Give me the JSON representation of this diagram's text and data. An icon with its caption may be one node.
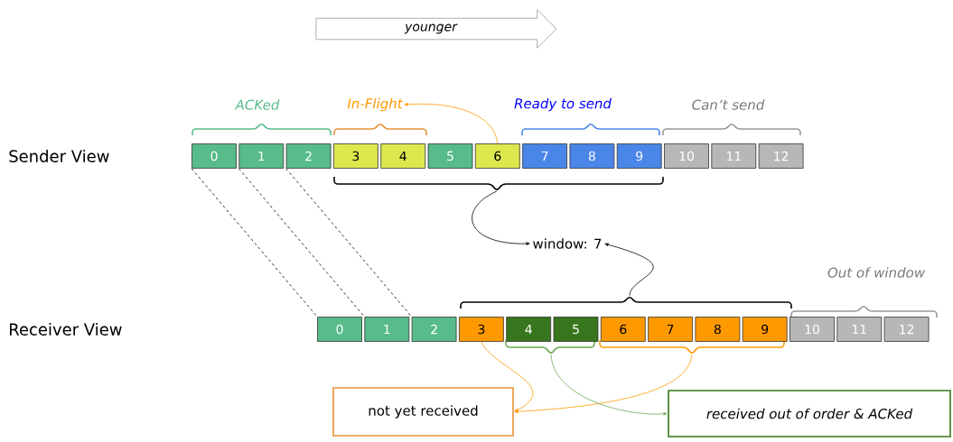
{
  "diagram": {
    "nodes": [
      {
        "text": [
          "younger"
        ]
      },
      {
        "text": [
          "In-Flight"
        ]
      },
      {
        "text": [
          "0"
        ]
      },
      {
        "text": [
          "1"
        ]
      },
      {
        "text": [
          "2"
        ]
      },
      {
        "text": [
          "3"
        ]
      },
      {
        "text": [
          "4"
        ]
      },
      {
        "text": [
          "5"
        ]
      },
      {
        "text": [
          "6"
        ]
      },
      {
        "text": [
          "7"
        ]
      },
      {
        "text": [
          "8"
        ]
      },
      {
        "text": [
          "9"
        ]
      },
      {
        "text": [
          "10"
        ]
      },
      {
        "text": [
          "11"
        ]
      },
      {
        "text": [
          "12"
        ]
      },
      {
        "text": [
          "window: 7"
        ]
      },
      {
        "text": [
          "0"
        ]
      },
      {
        "text": [
          "1"
        ]
      },
      {
        "text": [
          "2"
        ]
      },
      {
        "text": [
          "3"
        ]
      },
      {
        "text": [
          "4"
        ]
      },
      {
        "text": [
          "5"
        ]
      },
      {
        "text": [
          "6"
        ]
      },
      {
        "text": [
          "7"
        ]
      },
      {
        "text": [
          "8"
        ]
      },
      {
        "text": [
          "9"
        ]
      },
      {
        "text": [
          "10"
        ]
      },
      {
        "text": [
          "11"
        ]
      },
      {
        "text": [
          "12"
        ]
      },
      {
        "text": [
          "not yet received"
        ]
      },
      {
        "text": [
          "received out of order & ACKed"
        ]
      },
      {
        "text": [],
        "shape": "brace"
      },
      {
        "text": [],
        "shape": "brace"
      },
      {
        "text": [],
        "shape": "brace"
      },
      {
        "text": [],
        "shape": "brace"
      }
    ],
    "edges": [
      {
        "from": 8,
        "to": 1,
        "arrow": "to",
        "color": "#ff9900"
      },
      {
        "from": 2,
        "to": 16,
        "arrow": "none",
        "style": "dashed"
      },
      {
        "from": 3,
        "to": 17,
        "arrow": "none",
        "style": "dashed"
      },
      {
        "from": 4,
        "to": 18,
        "arrow": "none",
        "style": "dashed"
      },
      {
        "from": 31,
        "to": 15,
        "arrow": "to"
      },
      {
        "from": 32,
        "to": 15,
        "arrow": "to"
      },
      {
        "from": 19,
        "to": 29,
        "arrow": "to",
        "color": "#ff9900"
      },
      {
        "from": 34,
        "to": 29,
        "arrow": "to",
        "color": "#ff9900"
      },
      {
        "from": 33,
        "to": 30,
        "arrow": "to",
        "color": "#6aa84f"
      }
    ],
    "labels": [
      "ACKed",
      "Ready to send",
      "Can’t send",
      "Sender View",
      "Out of window",
      "Receiver View"
    ]
  }
}
